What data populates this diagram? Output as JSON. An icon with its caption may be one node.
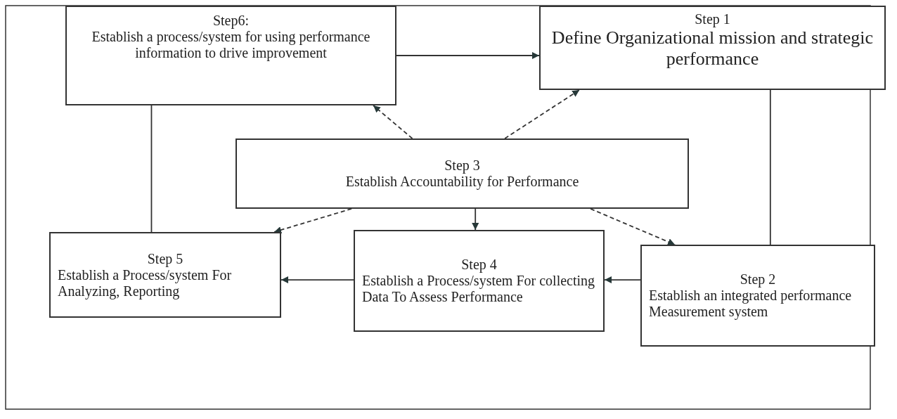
{
  "diagram": {
    "nodes": [
      {
        "text": [
          "Step6:",
          "Establish a process/system for using performance information to drive improvement"
        ]
      },
      {
        "text": [
          "Step 1",
          "Define Organizational mission and strategic performance"
        ]
      },
      {
        "text": [
          "Step 3",
          "Establish Accountability for Performance"
        ]
      },
      {
        "text": [
          "Step 5",
          "Establish a Process/system For Analyzing, Reporting"
        ]
      },
      {
        "text": [
          "Step 4",
          "Establish a Process/system For collecting Data To Assess Performance"
        ]
      },
      {
        "text": [
          "Step 2",
          "Establish an integrated performance Measurement system"
        ]
      }
    ],
    "edges": [
      {
        "from": 0,
        "to": 1,
        "arrow": "to"
      },
      {
        "from": 1,
        "to": 5,
        "arrow": "none"
      },
      {
        "from": 2,
        "to": 0,
        "arrow": "to",
        "style": "dashed"
      },
      {
        "from": 2,
        "to": 1,
        "arrow": "to",
        "style": "dashed"
      },
      {
        "from": 2,
        "to": 3,
        "arrow": "to",
        "style": "dashed"
      },
      {
        "from": 2,
        "to": 4,
        "arrow": "to"
      },
      {
        "from": 2,
        "to": 5,
        "arrow": "to",
        "style": "dashed"
      },
      {
        "from": 5,
        "to": 4,
        "arrow": "to"
      },
      {
        "from": 4,
        "to": 3,
        "arrow": "to"
      },
      {
        "from": 0,
        "to": 3,
        "arrow": "none"
      }
    ]
  }
}
